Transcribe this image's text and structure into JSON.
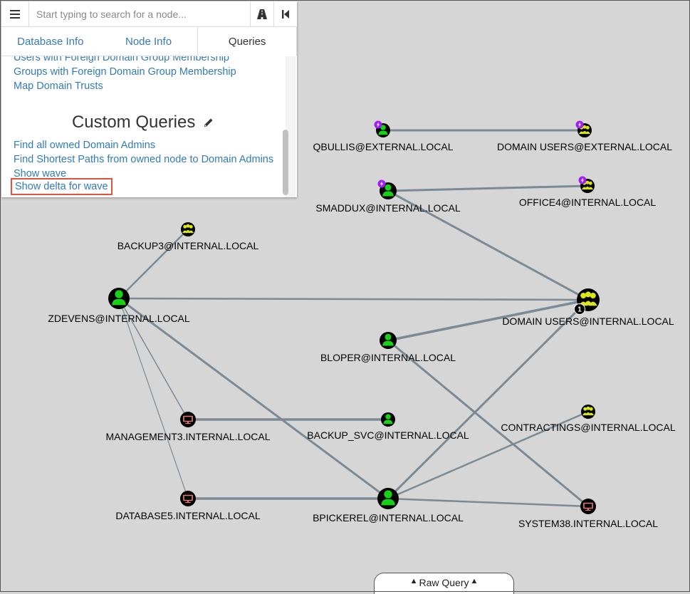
{
  "search": {
    "placeholder": "Start typing to search for a node..."
  },
  "tabs": [
    {
      "label": "Database Info"
    },
    {
      "label": "Node Info"
    },
    {
      "label": "Queries"
    }
  ],
  "queries": {
    "prebuilt": [
      "Users with Foreign Domain Group Membership",
      "Groups with Foreign Domain Group Membership",
      "Map Domain Trusts"
    ],
    "custom_title": "Custom Queries",
    "custom": [
      "Find all owned Domain Admins",
      "Find Shortest Paths from owned node to Domain Admins",
      "Show wave",
      "Show delta for wave"
    ]
  },
  "graph": {
    "colors": {
      "user": "#17d117",
      "group": "#dbe617",
      "computer": "#e67873",
      "edge": "#7c8a95",
      "highlight": "#e3533e",
      "link": "#337ab7",
      "badge_purple": "#a020f0"
    },
    "nodes": [
      {
        "id": "qbullis",
        "label": "QBULLIS@EXTERNAL.LOCAL",
        "type": "user",
        "badge": "bolt"
      },
      {
        "id": "du_ext",
        "label": "DOMAIN USERS@EXTERNAL.LOCAL",
        "type": "group",
        "badge": "bolt"
      },
      {
        "id": "smaddux",
        "label": "SMADDUX@INTERNAL.LOCAL",
        "type": "user",
        "badge": "bolt"
      },
      {
        "id": "office4",
        "label": "OFFICE4@INTERNAL.LOCAL",
        "type": "group",
        "badge": "bolt"
      },
      {
        "id": "backup3",
        "label": "BACKUP3@INTERNAL.LOCAL",
        "type": "group"
      },
      {
        "id": "zdevens",
        "label": "ZDEVENS@INTERNAL.LOCAL",
        "type": "user"
      },
      {
        "id": "du_int",
        "label": "DOMAIN USERS@INTERNAL.LOCAL",
        "type": "group",
        "count": "1"
      },
      {
        "id": "bloper",
        "label": "BLOPER@INTERNAL.LOCAL",
        "type": "user"
      },
      {
        "id": "mgmt3",
        "label": "MANAGEMENT3.INTERNAL.LOCAL",
        "type": "computer"
      },
      {
        "id": "backup_svc",
        "label": "BACKUP_SVC@INTERNAL.LOCAL",
        "type": "user"
      },
      {
        "id": "contractings",
        "label": "CONTRACTINGS@INTERNAL.LOCAL",
        "type": "group"
      },
      {
        "id": "db5",
        "label": "DATABASE5.INTERNAL.LOCAL",
        "type": "computer"
      },
      {
        "id": "bpickerel",
        "label": "BPICKEREL@INTERNAL.LOCAL",
        "type": "user"
      },
      {
        "id": "system38",
        "label": "SYSTEM38.INTERNAL.LOCAL",
        "type": "computer"
      }
    ],
    "edges": [
      {
        "from": "qbullis",
        "to": "du_ext"
      },
      {
        "from": "smaddux",
        "to": "office4"
      },
      {
        "from": "smaddux",
        "to": "du_int"
      },
      {
        "from": "zdevens",
        "to": "backup3"
      },
      {
        "from": "zdevens",
        "to": "du_int"
      },
      {
        "from": "zdevens",
        "to": "mgmt3"
      },
      {
        "from": "zdevens",
        "to": "db5"
      },
      {
        "from": "zdevens",
        "to": "bpickerel"
      },
      {
        "from": "bloper",
        "to": "du_int"
      },
      {
        "from": "bloper",
        "to": "system38"
      },
      {
        "from": "mgmt3",
        "to": "backup_svc"
      },
      {
        "from": "db5",
        "to": "bpickerel"
      },
      {
        "from": "bpickerel",
        "to": "du_int"
      },
      {
        "from": "bpickerel",
        "to": "contractings"
      },
      {
        "from": "bpickerel",
        "to": "system38"
      }
    ]
  },
  "raw_query": {
    "label": "Raw Query"
  }
}
